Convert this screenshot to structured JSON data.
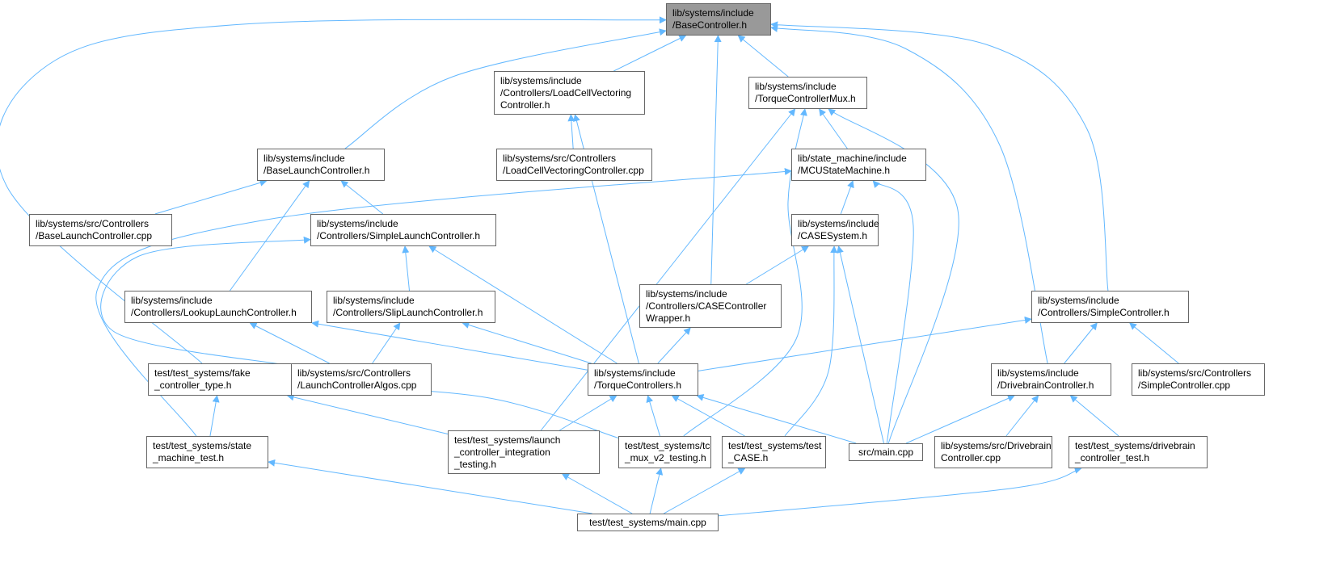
{
  "graph": {
    "edge_color": "#63b8ff",
    "root_fill": "#999999",
    "nodes": [
      {
        "id": "basectrl",
        "lines": [
          "lib/systems/include",
          "/BaseController.h"
        ]
      },
      {
        "id": "lcvh",
        "lines": [
          "lib/systems/include",
          "/Controllers/LoadCellVectoring",
          "Controller.h"
        ]
      },
      {
        "id": "tcmux",
        "lines": [
          "lib/systems/include",
          "/TorqueControllerMux.h"
        ]
      },
      {
        "id": "baselaunchh",
        "lines": [
          "lib/systems/include",
          "/BaseLaunchController.h"
        ]
      },
      {
        "id": "lcvcpp",
        "lines": [
          "lib/systems/src/Controllers",
          "/LoadCellVectoringController.cpp"
        ]
      },
      {
        "id": "mcusm",
        "lines": [
          "lib/state_machine/include",
          "/MCUStateMachine.h"
        ]
      },
      {
        "id": "baselaunchcpp",
        "lines": [
          "lib/systems/src/Controllers",
          "/BaseLaunchController.cpp"
        ]
      },
      {
        "id": "simplelaunch",
        "lines": [
          "lib/systems/include",
          "/Controllers/SimpleLaunchController.h"
        ]
      },
      {
        "id": "casesys",
        "lines": [
          "lib/systems/include",
          "/CASESystem.h"
        ]
      },
      {
        "id": "lookup",
        "lines": [
          "lib/systems/include",
          "/Controllers/LookupLaunchController.h"
        ]
      },
      {
        "id": "slip",
        "lines": [
          "lib/systems/include",
          "/Controllers/SlipLaunchController.h"
        ]
      },
      {
        "id": "casewrap",
        "lines": [
          "lib/systems/include",
          "/Controllers/CASEController",
          "Wrapper.h"
        ]
      },
      {
        "id": "simplectrlh",
        "lines": [
          "lib/systems/include",
          "/Controllers/SimpleController.h"
        ]
      },
      {
        "id": "fake",
        "lines": [
          "test/test_systems/fake",
          "_controller_type.h"
        ]
      },
      {
        "id": "algos",
        "lines": [
          "lib/systems/src/Controllers",
          "/LaunchControllerAlgos.cpp"
        ]
      },
      {
        "id": "torquectrls",
        "lines": [
          "lib/systems/include",
          "/TorqueControllers.h"
        ]
      },
      {
        "id": "drivebrainh",
        "lines": [
          "lib/systems/include",
          "/DrivebrainController.h"
        ]
      },
      {
        "id": "simplectrlcpp",
        "lines": [
          "lib/systems/src/Controllers",
          "/SimpleController.cpp"
        ]
      },
      {
        "id": "smtest",
        "lines": [
          "test/test_systems/state",
          "_machine_test.h"
        ]
      },
      {
        "id": "lcitest",
        "lines": [
          "test/test_systems/launch",
          "_controller_integration",
          "_testing.h"
        ]
      },
      {
        "id": "tcmuxtest",
        "lines": [
          "test/test_systems/tc",
          "_mux_v2_testing.h"
        ]
      },
      {
        "id": "casetest",
        "lines": [
          "test/test_systems/test",
          "_CASE.h"
        ]
      },
      {
        "id": "srcmain",
        "lines": [
          "src/main.cpp"
        ]
      },
      {
        "id": "drivebraincpp",
        "lines": [
          "lib/systems/src/Drivebrain",
          "Controller.cpp"
        ]
      },
      {
        "id": "drivebraintest",
        "lines": [
          "test/test_systems/drivebrain",
          "_controller_test.h"
        ]
      },
      {
        "id": "testmain",
        "lines": [
          "test/test_systems/main.cpp"
        ]
      }
    ],
    "edges": [
      [
        "lcvh",
        "basectrl"
      ],
      [
        "tcmux",
        "basectrl"
      ],
      [
        "baselaunchh",
        "basectrl"
      ],
      [
        "casewrap",
        "basectrl"
      ],
      [
        "simplectrlh",
        "basectrl"
      ],
      [
        "drivebrainh",
        "basectrl"
      ],
      [
        "fake",
        "basectrl"
      ],
      [
        "lcvcpp",
        "lcvh"
      ],
      [
        "torquectrls",
        "lcvh"
      ],
      [
        "mcusm",
        "tcmux"
      ],
      [
        "lcitest",
        "tcmux"
      ],
      [
        "tcmuxtest",
        "tcmux"
      ],
      [
        "srcmain",
        "tcmux"
      ],
      [
        "baselaunchcpp",
        "baselaunchh"
      ],
      [
        "simplelaunch",
        "baselaunchh"
      ],
      [
        "lookup",
        "baselaunchh"
      ],
      [
        "smtest",
        "mcusm"
      ],
      [
        "casesys",
        "mcusm"
      ],
      [
        "srcmain",
        "mcusm"
      ],
      [
        "slip",
        "simplelaunch"
      ],
      [
        "torquectrls",
        "simplelaunch"
      ],
      [
        "algos",
        "simplelaunch"
      ],
      [
        "casewrap",
        "casesys"
      ],
      [
        "casetest",
        "casesys"
      ],
      [
        "srcmain",
        "casesys"
      ],
      [
        "algos",
        "lookup"
      ],
      [
        "torquectrls",
        "lookup"
      ],
      [
        "algos",
        "slip"
      ],
      [
        "torquectrls",
        "slip"
      ],
      [
        "torquectrls",
        "casewrap"
      ],
      [
        "torquectrls",
        "simplectrlh"
      ],
      [
        "drivebrainh",
        "simplectrlh"
      ],
      [
        "simplectrlcpp",
        "simplectrlh"
      ],
      [
        "smtest",
        "fake"
      ],
      [
        "lcitest",
        "fake"
      ],
      [
        "tcmuxtest",
        "fake"
      ],
      [
        "lcitest",
        "torquectrls"
      ],
      [
        "tcmuxtest",
        "torquectrls"
      ],
      [
        "casetest",
        "torquectrls"
      ],
      [
        "srcmain",
        "torquectrls"
      ],
      [
        "srcmain",
        "drivebrainh"
      ],
      [
        "drivebraincpp",
        "drivebrainh"
      ],
      [
        "drivebraintest",
        "drivebrainh"
      ],
      [
        "testmain",
        "smtest"
      ],
      [
        "testmain",
        "lcitest"
      ],
      [
        "testmain",
        "tcmuxtest"
      ],
      [
        "testmain",
        "casetest"
      ],
      [
        "testmain",
        "drivebraintest"
      ]
    ]
  }
}
